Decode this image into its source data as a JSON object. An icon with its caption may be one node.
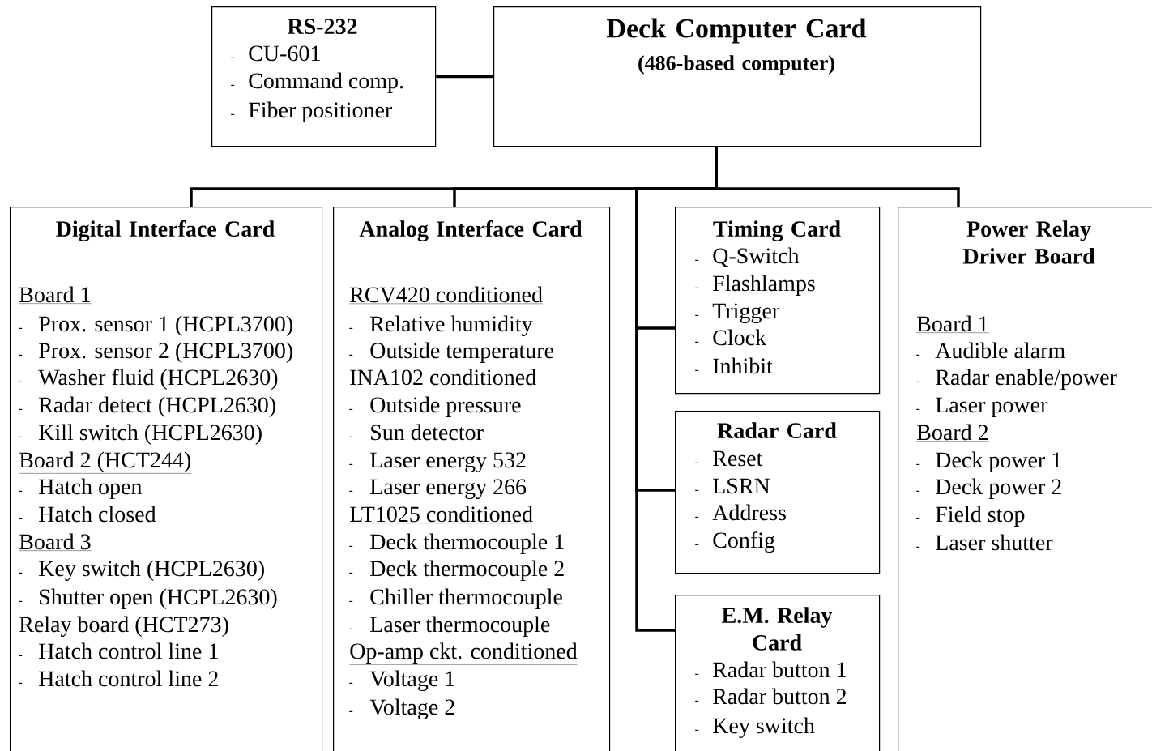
{
  "diagram": {
    "nodes": [
      {
        "text": [
          "RS-232",
          "CU-601",
          "Command comp.",
          "Fiber positioner"
        ]
      },
      {
        "text": [
          "Deck Computer Card",
          "(486-based computer)"
        ]
      },
      {
        "text": [
          "Digital Interface Card",
          "Board 1",
          "Prox. sensor 1 (HCPL3700)",
          "Prox. sensor 2 (HCPL3700)",
          "Washer fluid (HCPL2630)",
          "Radar detect (HCPL2630)",
          "Kill switch (HCPL2630)",
          "Board 2 (HCT244)",
          "Hatch open",
          "Hatch closed",
          "Board 3",
          "Key switch (HCPL2630)",
          "Shutter open (HCPL2630)",
          "Relay board (HCT273)",
          "Hatch control line 1",
          "Hatch control line 2"
        ]
      },
      {
        "text": [
          "Analog Interface Card",
          "RCV420 conditioned",
          "Relative humidity",
          "Outside temperature",
          "INA102 conditioned",
          "Outside pressure",
          "Sun detector",
          "Laser energy 532",
          "Laser energy 266",
          "LT1025 conditioned",
          "Deck thermocouple 1",
          "Deck thermocouple 2",
          "Chiller thermocouple",
          "Laser thermocouple",
          "Op-amp ckt. conditioned",
          "Voltage 1",
          "Voltage 2"
        ]
      },
      {
        "text": [
          "Timing Card",
          "Q-Switch",
          "Flashlamps",
          "Trigger",
          "Clock",
          "Inhibit"
        ]
      },
      {
        "text": [
          "Radar Card",
          "Reset",
          "LSRN",
          "Address",
          "Config"
        ]
      },
      {
        "text": [
          "E.M. Relay Card",
          "Radar button 1",
          "Radar button 2",
          "Key switch"
        ]
      },
      {
        "text": [
          "Power Relay Driver Board",
          "Board 1",
          "Audible alarm",
          "Radar enable/power",
          "Laser power",
          "Board 2",
          "Deck power 1",
          "Deck power 2",
          "Field stop",
          "Laser shutter"
        ]
      }
    ],
    "edges": [
      {
        "from": 0,
        "to": 1,
        "arrow": "none"
      },
      {
        "from": 1,
        "to": 2,
        "arrow": "none"
      },
      {
        "from": 1,
        "to": 3,
        "arrow": "none"
      },
      {
        "from": 1,
        "to": 4,
        "arrow": "none"
      },
      {
        "from": 1,
        "to": 5,
        "arrow": "none"
      },
      {
        "from": 1,
        "to": 6,
        "arrow": "none"
      },
      {
        "from": 1,
        "to": 7,
        "arrow": "none"
      }
    ]
  }
}
